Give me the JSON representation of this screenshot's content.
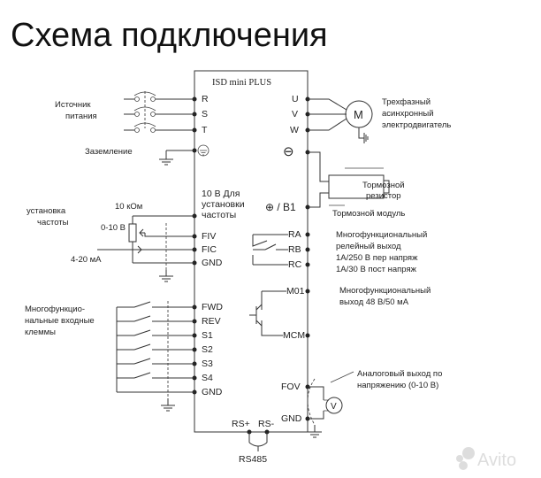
{
  "title": "Схема подключения",
  "device": {
    "name": "ISD mini PLUS"
  },
  "left": {
    "power_source": [
      "Источник",
      "питания"
    ],
    "ground": "Заземление",
    "freq_setting": [
      "установка",
      "частоты"
    ],
    "resistor": "10 кОм",
    "voltage_range": "0-10 В",
    "current_range": "4-20 мА",
    "inputs_title": [
      "Многофункцио-",
      "нальные входные",
      "клеммы"
    ],
    "ref_note": [
      "10 В Для",
      "установки",
      "частоты"
    ]
  },
  "pins_left": [
    "R",
    "S",
    "T",
    "FIV",
    "FIC",
    "GND",
    "FWD",
    "REV",
    "S1",
    "S2",
    "S3",
    "S4",
    "GND"
  ],
  "pins_right": [
    "U",
    "V",
    "W",
    "⊖",
    "⊕ / B1",
    "RA",
    "RB",
    "RC",
    "M01",
    "MCM",
    "FOV",
    "GND"
  ],
  "pins_bottom": [
    "RS+",
    "RS-"
  ],
  "bus": "RS485",
  "right": {
    "motor_symbol": "M",
    "motor": [
      "Трехфазный",
      "асинхронный",
      "электродвигатель"
    ],
    "brake_resistor": [
      "Тормозной",
      "резистор"
    ],
    "brake_module": "Тормозной модуль",
    "relay": [
      "Многофункциональный",
      "релейный выход",
      "1А/250 В пер напряж",
      "1А/30 В пост напряж"
    ],
    "transistor": [
      "Многофункциональный",
      "выход 48 В/50 мА"
    ],
    "analog": [
      "Аналоговый выход по",
      "напряжению (0-10 В)"
    ],
    "voltmeter": "V"
  },
  "watermark": "Avito"
}
